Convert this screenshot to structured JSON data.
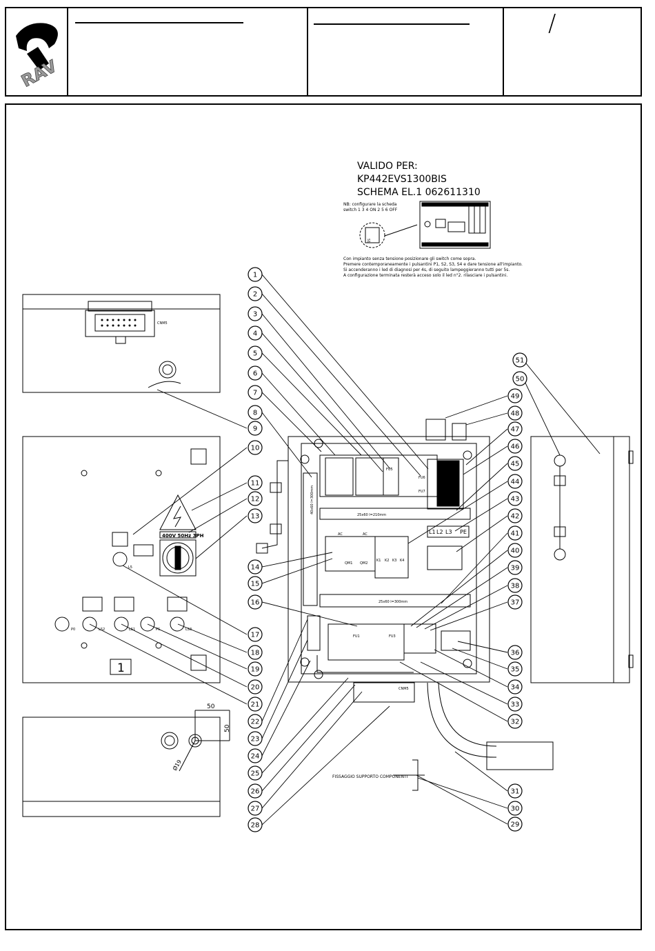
{
  "header": {
    "logo_text": "RAV",
    "field_separator": "/"
  },
  "validity_note": {
    "line1": "VALIDO PER:",
    "line2": "KP442EVS1300BIS",
    "line3": "SCHEMA EL.1 062611310"
  },
  "config_note": {
    "nb_line1": "NB: configurare la scheda",
    "nb_line2": "switch 1 3 4 ON 2 5 6 OFF",
    "instr1": "Con impianto senza tensione posizionare gli switch come sopra.",
    "instr2": "Premere contemporaneamente i pulsantini P1, S2, S3, S4 e dare tensione all'impianto.",
    "instr3": "Si accenderanno i led di diagnosi per 4s, di seguito lampeggieranno tutti per 5s.",
    "instr4": "A configurazione terminata resterà acceso solo il led n°2. rilasciare i pulsantini.",
    "s1_label": "S1"
  },
  "connector_label": "CNM5",
  "door_labels": {
    "voltage": "400V 50Hz 3PH",
    "lamp": "L5",
    "panel_number": "1",
    "p0": "P0",
    "ls2": "LS2",
    "ls1": "LS1",
    "ps": "PS",
    "ls3": "LS3"
  },
  "panel_labels": {
    "duct_top": "25x60 l=210mm",
    "duct_vertical": "40x60 l=300mm",
    "duct_bottom": "25x60 l=300mm",
    "ac1": "AC",
    "ac2": "AC",
    "fu5": "FU5",
    "fu6": "FU6",
    "fu7": "FU7",
    "fu1": "FU1",
    "fu3": "FU3",
    "k1": "K1",
    "k2": "K2",
    "k3": "K3",
    "k4": "K4",
    "l1": "L1",
    "l2": "L2",
    "l3": "L3",
    "pe": "PE",
    "cnm5": "CNM5",
    "qm1": "QM1",
    "qm2": "QM2"
  },
  "dimensions": {
    "w50": "50",
    "h50": "50",
    "hole": "Ø19"
  },
  "fixing_label": "FISSAGGIO SUPPORTO COMPONENTI",
  "callouts": [
    "1",
    "2",
    "3",
    "4",
    "5",
    "6",
    "7",
    "8",
    "9",
    "10",
    "11",
    "12",
    "13",
    "14",
    "15",
    "16",
    "17",
    "18",
    "19",
    "20",
    "21",
    "22",
    "23",
    "24",
    "25",
    "26",
    "27",
    "28",
    "29",
    "30",
    "31",
    "32",
    "33",
    "34",
    "35",
    "36",
    "37",
    "38",
    "39",
    "40",
    "41",
    "42",
    "43",
    "44",
    "45",
    "46",
    "47",
    "48",
    "49",
    "50",
    "51"
  ]
}
